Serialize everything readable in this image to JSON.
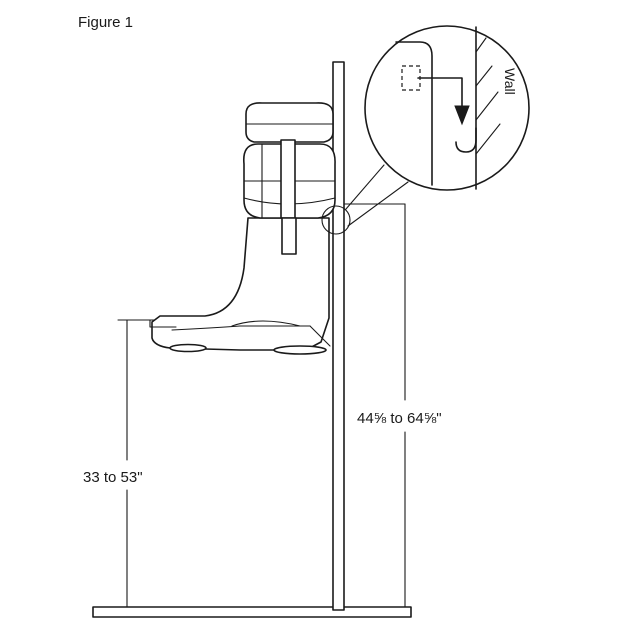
{
  "figure": {
    "caption": "Figure 1",
    "wall_label": "Wall",
    "bracket_height_label": "44⅝ to 64⅝\"",
    "basin_height_label": "33 to 53\""
  },
  "colors": {
    "line": "#1a1a1a",
    "background": "#ffffff"
  }
}
